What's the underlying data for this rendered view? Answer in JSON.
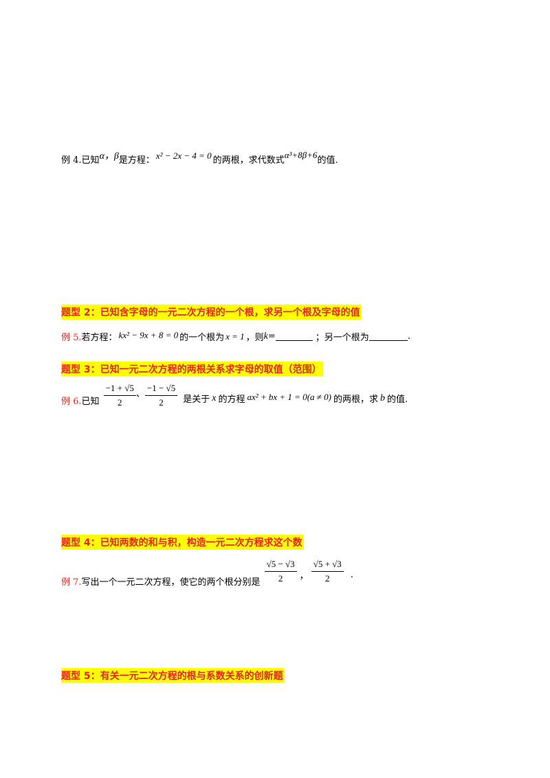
{
  "ex4": {
    "label": "例 4.",
    "t1": "已知",
    "alpha_beta": "α，β",
    "t2": "是方程：",
    "equation": "x² − 2x − 4 = 0",
    "t3": "的两根，求代数式",
    "expr": "α³+8β+6",
    "t4": "的值."
  },
  "h2": "题型 2：已知含字母的一元二次方程的一个根，求另一个根及字母的值",
  "ex5": {
    "label": "例 5.",
    "t1": "若方程：",
    "equation": "kx² − 9x + 8 = 0",
    "t2": "的一个根为",
    "root": "x = 1",
    "t3": "，则",
    "k": "k",
    "t4": "=",
    "t5": "；另一个根为",
    "t6": "."
  },
  "h3": "题型 3：已知一元二次方程的两根关系求字母的取值（范围）",
  "ex6": {
    "label": "例 6.",
    "t1": "已知",
    "f1_num": "−1 + √5",
    "f1_den": "2",
    "sep": "、",
    "f2_num": "−1 − √5",
    "f2_den": "2",
    "t2": "是关于",
    "x": "x",
    "t3": "的方程",
    "equation": "ax² + bx + 1 = 0(a ≠ 0)",
    "t4": "的两根，求",
    "b": "b",
    "t5": "的值."
  },
  "h4": "题型 4：已知两数的和与积，构造一元二次方程求这个数",
  "ex7": {
    "label": "例 7.",
    "t1": "写出一个一元二次方程，使它的两个根分别是",
    "f1_num": "√5 − √3",
    "f1_den": "2",
    "sep": "，",
    "f2_num": "√5 + √3",
    "f2_den": "2",
    "t2": "."
  },
  "h5": "题型 5：有关一元二次方程的根与系数关系的创新题"
}
